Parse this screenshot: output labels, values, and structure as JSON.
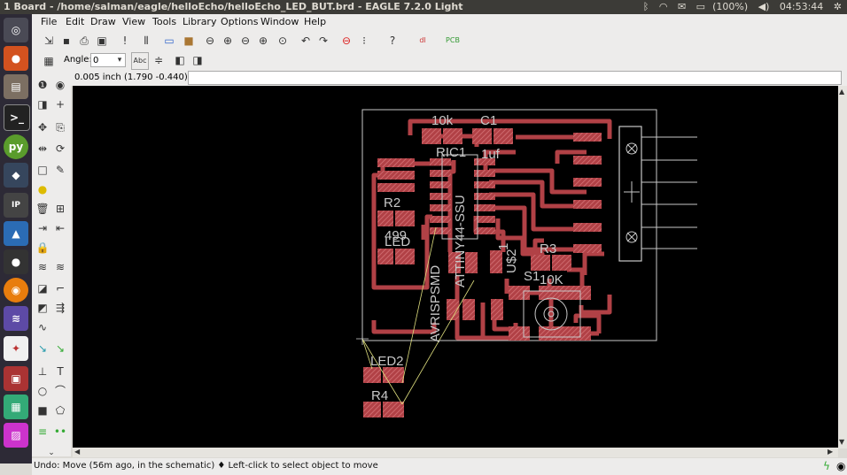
{
  "window": {
    "title": "1 Board - /home/salman/eagle/helloEcho/helloEcho_LED_BUT.brd - EAGLE 7.2.0 Light"
  },
  "systray": {
    "battery": "(100%)",
    "time": "04:53:44"
  },
  "menu": [
    "File",
    "Edit",
    "Draw",
    "View",
    "Tools",
    "Library",
    "Options",
    "Window",
    "Help"
  ],
  "toolbar2": {
    "angle_label": "Angle:",
    "angle_value": "0"
  },
  "coord": {
    "readout": "0.005 inch (1.790 -0.440)"
  },
  "board": {
    "labels": {
      "r10k": "10k",
      "c1": "C1",
      "ric1": "RIC1",
      "uf": "1uf",
      "r2": "R2",
      "v499": "499",
      "led": "LED",
      "r3": "R3",
      "s1": "S1",
      "r10k2": "10K",
      "led2": "LED2",
      "r4": "R4",
      "attiny": "ATTINY44-SSU",
      "avrisp": "AVRISPSMD",
      "usu2": "U$2",
      "one": "1"
    }
  },
  "status": {
    "text": "Undo: Move (56m ago, in the schematic)  ♦ Left-click to select object to move"
  },
  "colors": {
    "pad": "#b14146",
    "outline": "#c8c8c8",
    "ratsnest": "#dede7e",
    "canvas": "#000000"
  }
}
